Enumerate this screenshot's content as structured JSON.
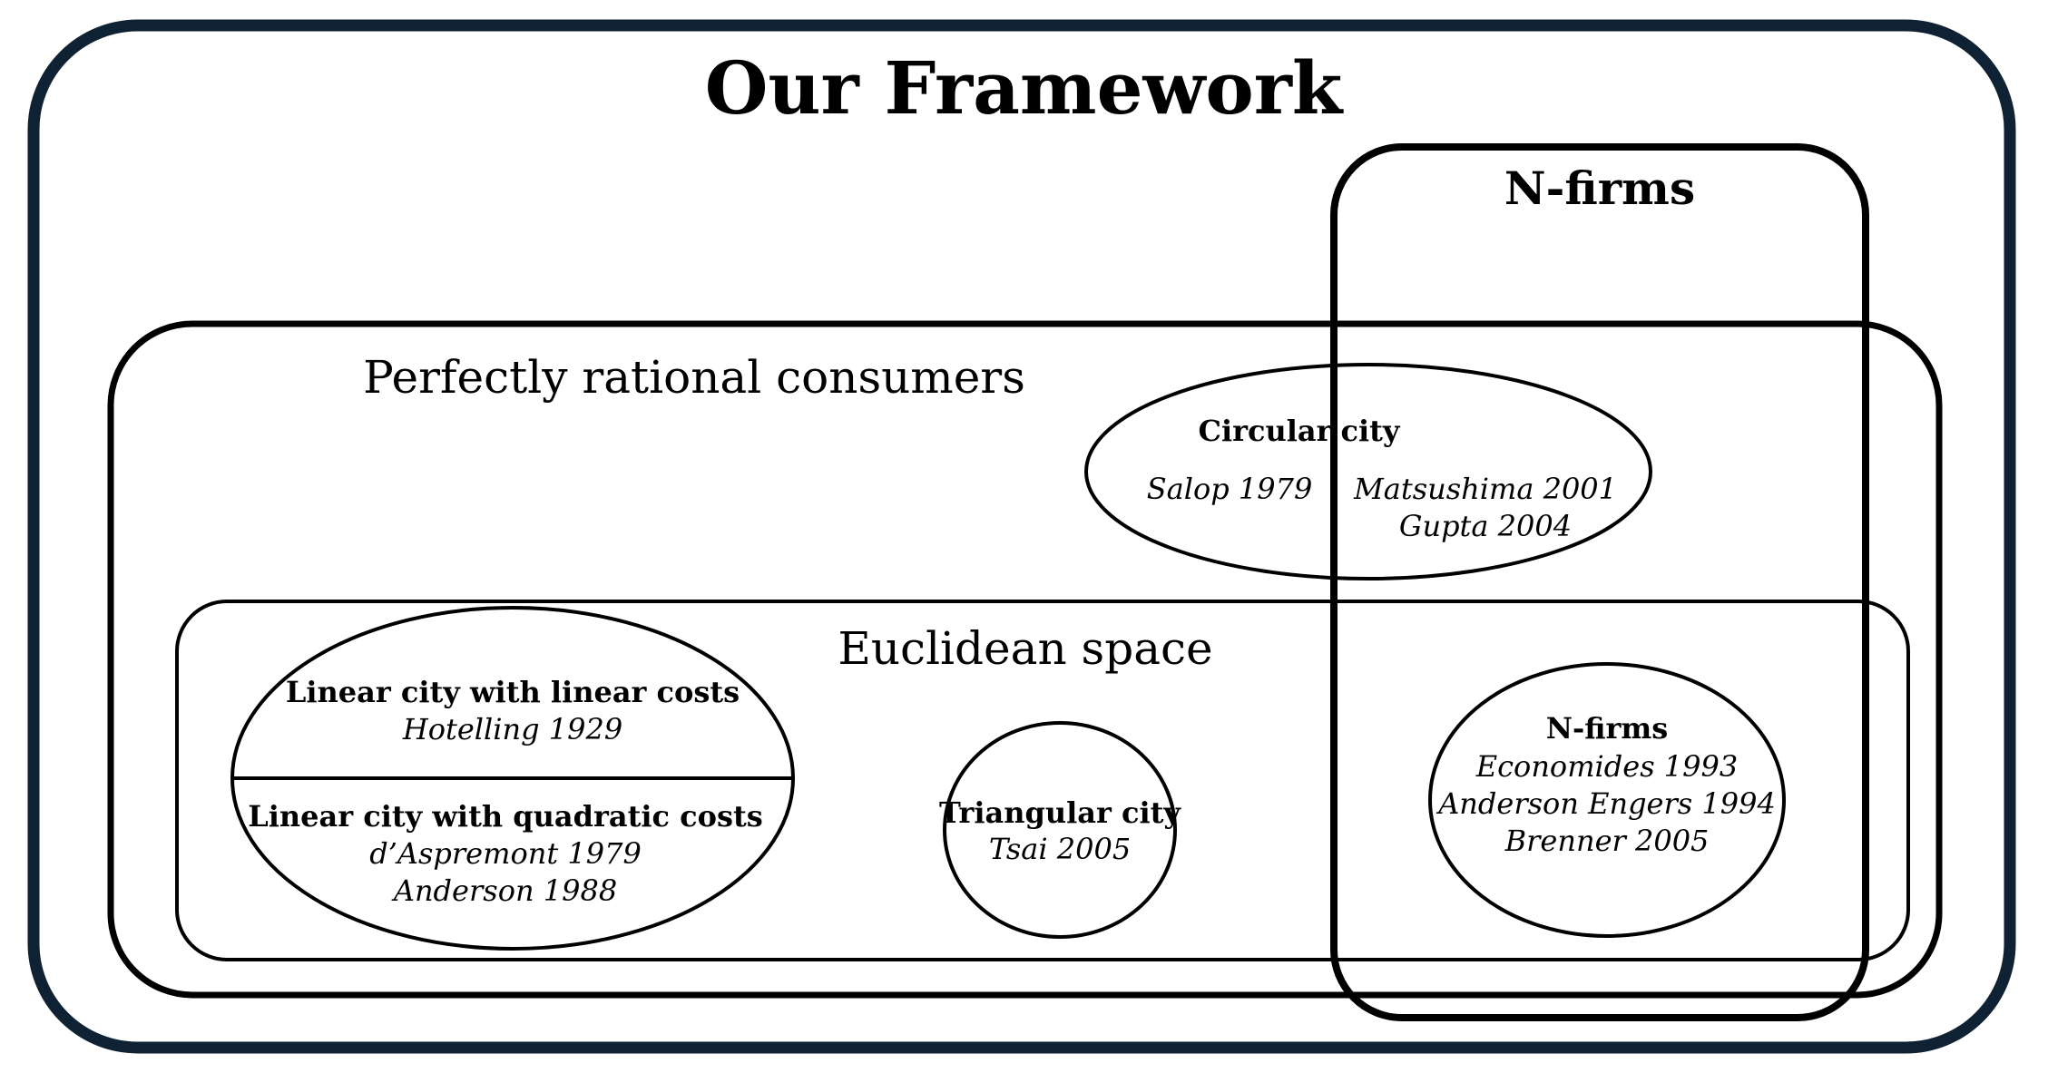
{
  "title": "Our Framework",
  "sets": {
    "n_firms": "N-firms",
    "rational": "Perfectly rational consumers",
    "euclidean": "Euclidean space"
  },
  "circular": {
    "label_left": "Circular",
    "label_right": "city",
    "cite_left": "Salop 1979",
    "cite_right": [
      "Matsushima 2001",
      "Gupta 2004"
    ]
  },
  "linear_linear": {
    "label": "Linear city with linear costs",
    "cites": [
      "Hotelling 1929"
    ]
  },
  "linear_quadratic": {
    "label": "Linear city with quadratic costs",
    "cites": [
      "d’Aspremont 1979",
      "Anderson 1988"
    ]
  },
  "triangular": {
    "label": "Triangular city",
    "cites": [
      "Tsai 2005"
    ]
  },
  "n_firms_circle": {
    "label": "N-firms",
    "cites": [
      "Economides 1993",
      "Anderson Engers 1994",
      "Brenner 2005"
    ]
  },
  "colors": {
    "outer_frame": "#0f2233",
    "line": "#000000",
    "background": "#ffffff"
  }
}
